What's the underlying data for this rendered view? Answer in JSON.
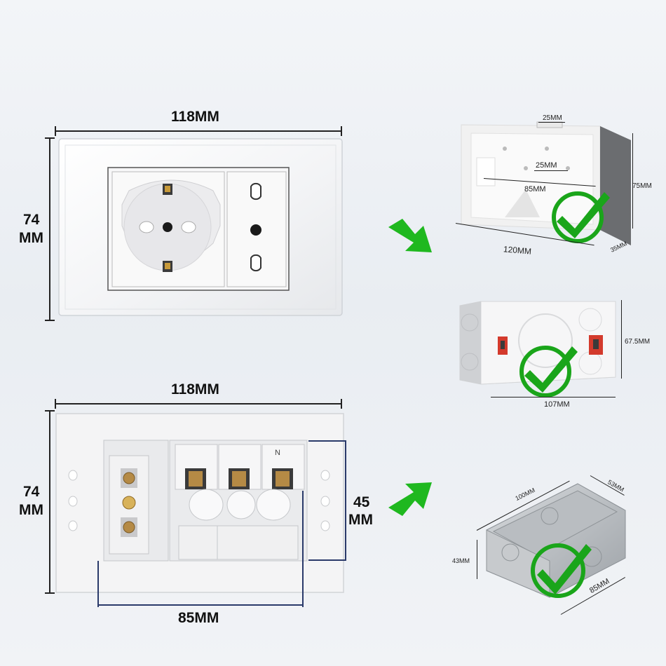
{
  "top_socket": {
    "width_label": "118MM",
    "height_label_line1": "74",
    "height_label_line2": "MM"
  },
  "bottom_socket": {
    "width_label": "118MM",
    "height_label_line1": "74",
    "height_label_line2": "MM",
    "depth_label_line1": "45",
    "depth_label_line2": "MM",
    "inner_width_label": "85MM",
    "terminal_label": "N"
  },
  "box_grey": {
    "top_width": "25MM",
    "inner_width": "25MM",
    "inner_span": "85MM",
    "height": "75MM",
    "length": "120MM",
    "depth": "35MM"
  },
  "box_white": {
    "height": "67.5MM",
    "length": "107MM"
  },
  "box_metal": {
    "length": "100MM",
    "width": "53MM",
    "height": "43MM",
    "base": "85MM"
  },
  "colors": {
    "arrow": "#1fb81f",
    "check": "#1aa51a",
    "dimension_line": "#222222",
    "background": "#eef1f5"
  }
}
